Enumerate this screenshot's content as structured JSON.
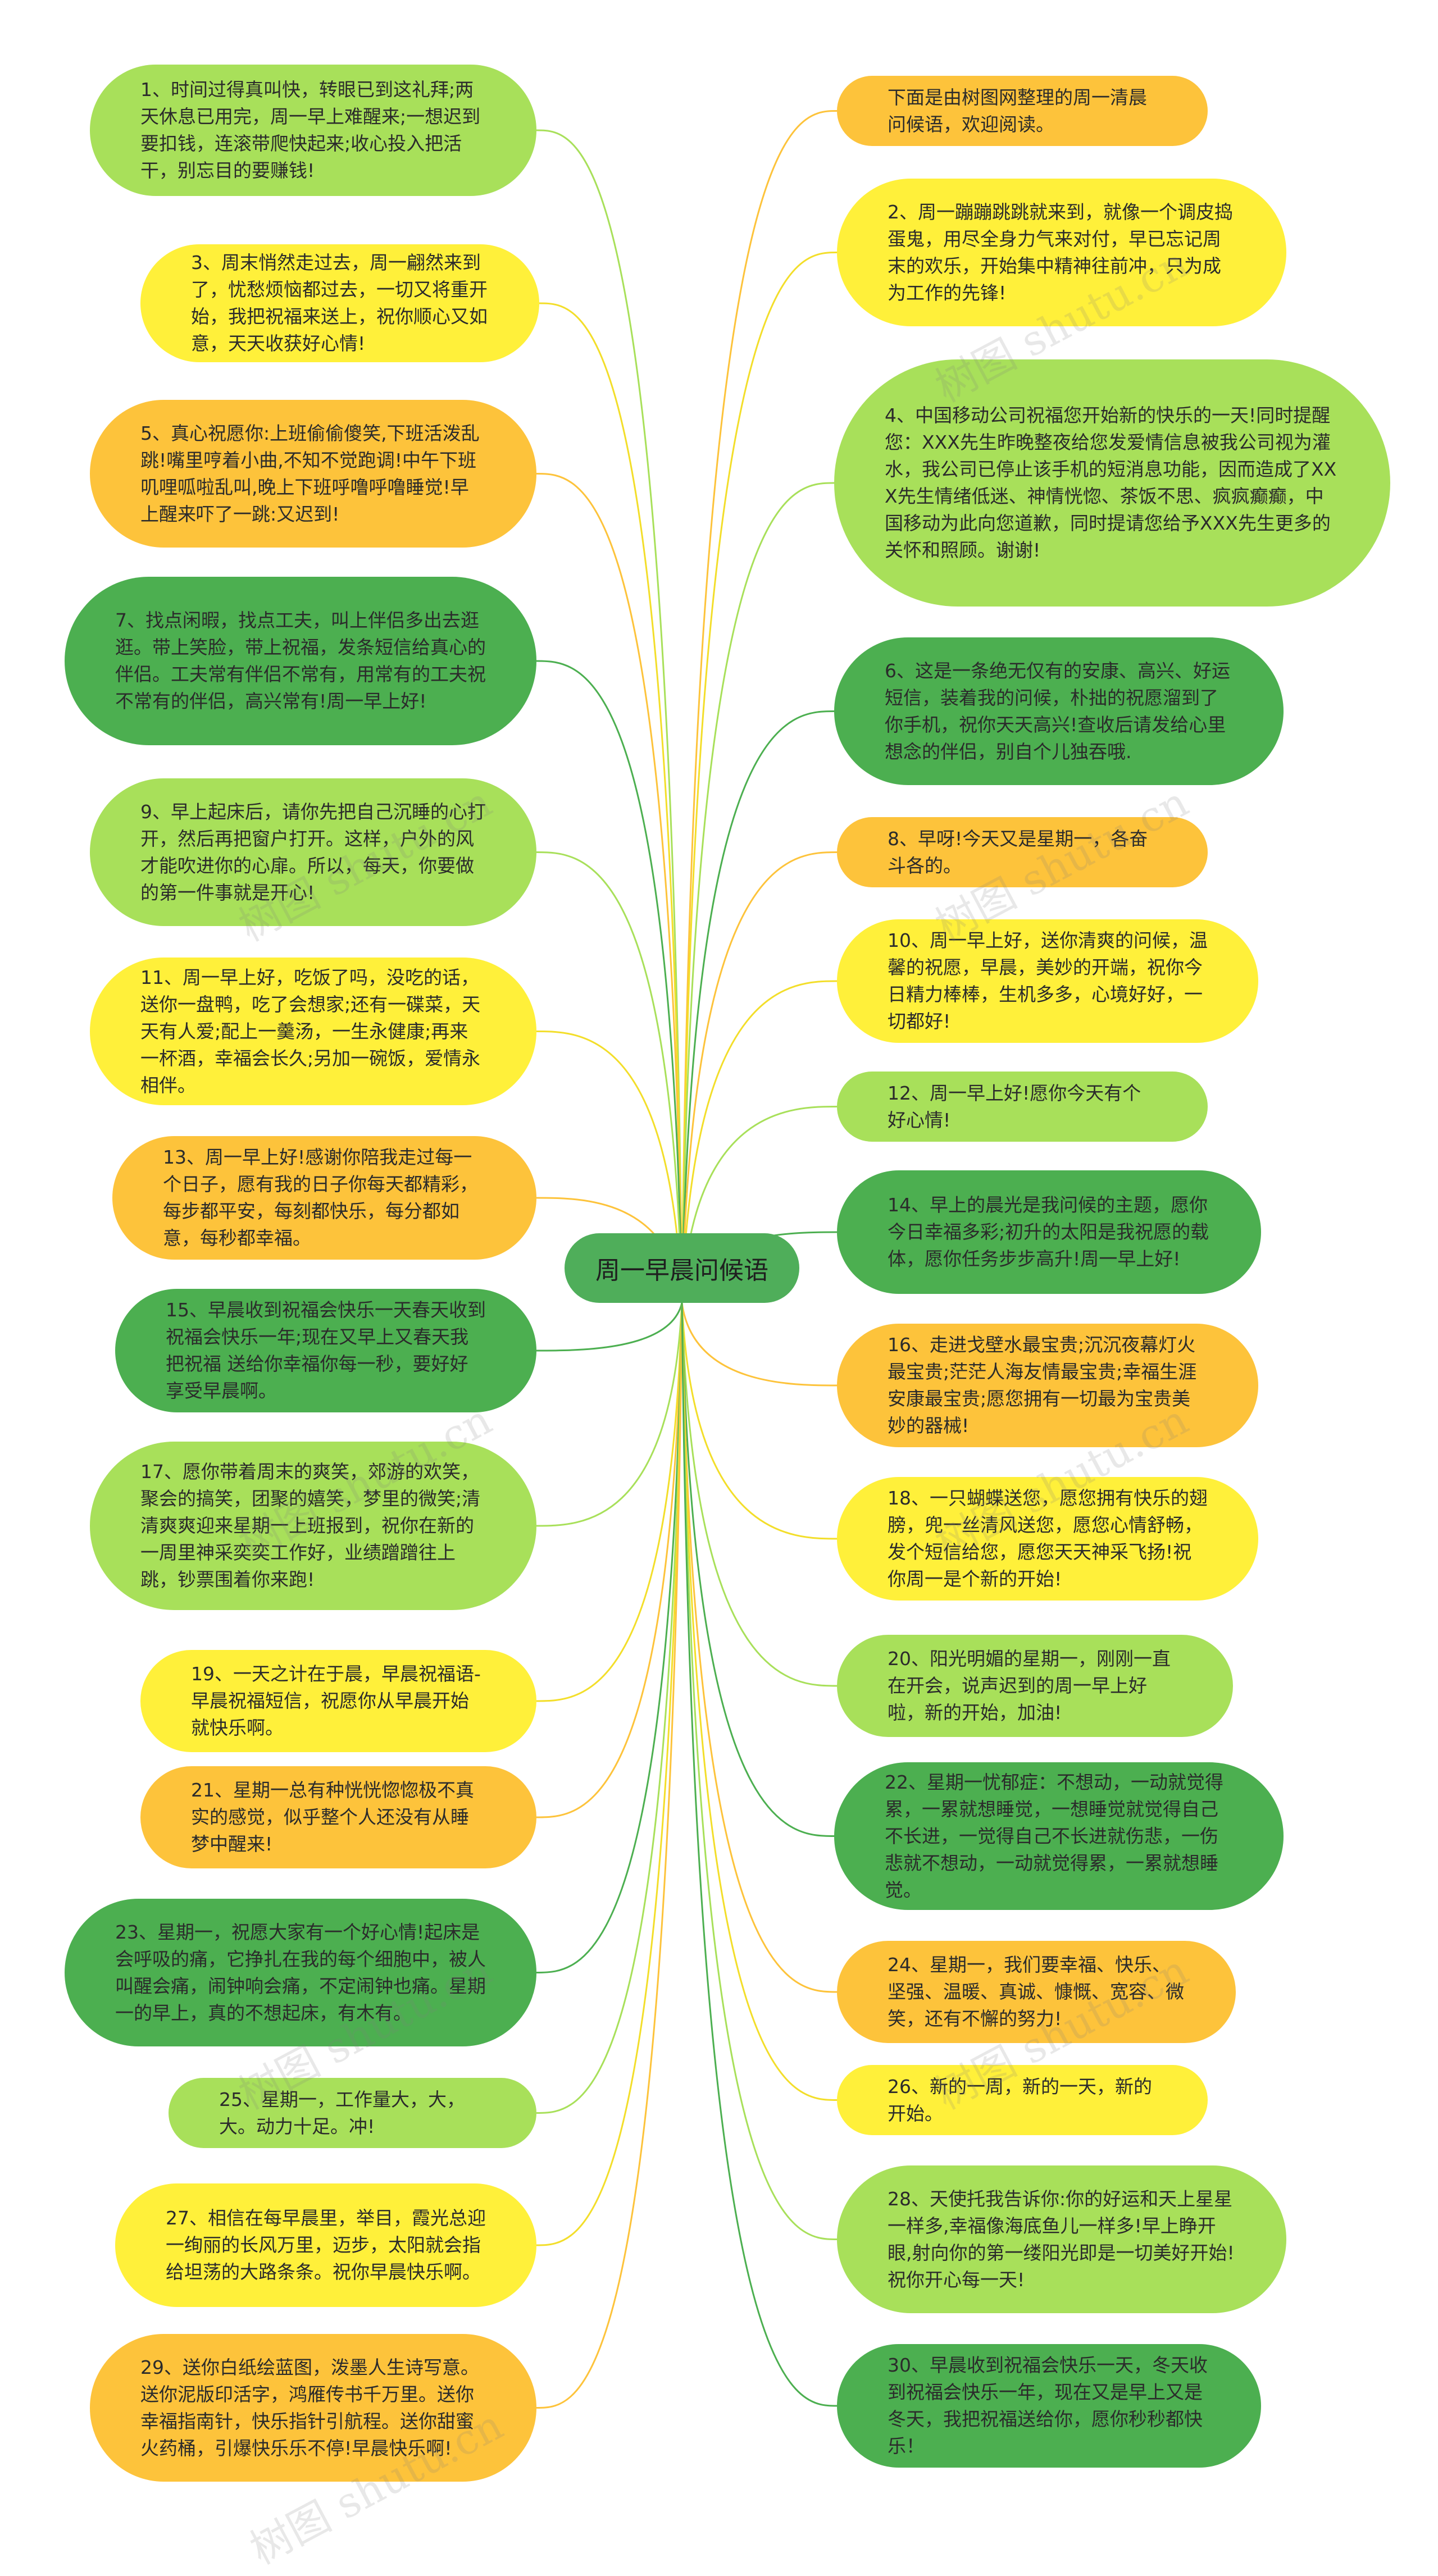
{
  "center": {
    "label": "周一早晨问候语"
  },
  "colors": {
    "light_green": "#a8e05a",
    "yellow": "#fff03a",
    "orange": "#fdc33b",
    "dark_green": "#4caf50",
    "center": "#4fae5a"
  },
  "watermark": "树图 shutu.cn",
  "left_nodes": [
    {
      "color": "light_green",
      "text": "1、时间过得真叫快，转眼已到这礼拜;两天休息已用完，周一早上难醒来;一想迟到要扣钱，连滚带爬快起来;收心投入把活干，别忘目的要赚钱!"
    },
    {
      "color": "yellow",
      "text": "3、周末悄然走过去，周一翩然来到了，忧愁烦恼都过去，一切又将重开始，我把祝福来送上，祝你顺心又如意，天天收获好心情!"
    },
    {
      "color": "orange",
      "text": "5、真心祝愿你:上班偷偷傻笑,下班活泼乱跳!嘴里哼着小曲,不知不觉跑调!中午下班叽哩呱啦乱叫,晚上下班呼噜呼噜睡觉!早上醒来吓了一跳:又迟到!"
    },
    {
      "color": "dark_green",
      "text": "7、找点闲暇，找点工夫，叫上伴侣多出去逛逛。带上笑脸，带上祝福，发条短信给真心的伴侣。工夫常有伴侣不常有，用常有的工夫祝不常有的伴侣，高兴常有!周一早上好!"
    },
    {
      "color": "light_green",
      "text": "9、早上起床后，请你先把自己沉睡的心打开，然后再把窗户打开。这样，户外的风才能吹进你的心扉。所以，每天，你要做的第一件事就是开心!"
    },
    {
      "color": "yellow",
      "text": "11、周一早上好，吃饭了吗，没吃的话，送你一盘鸭，吃了会想家;还有一碟菜，天天有人爱;配上一羹汤，一生永健康;再来一杯酒，幸福会长久;另加一碗饭，爱情永相伴。"
    },
    {
      "color": "orange",
      "text": "13、周一早上好!感谢你陪我走过每一个日子，愿有我的日子你每天都精彩，每步都平安，每刻都快乐，每分都如意，每秒都幸福。"
    },
    {
      "color": "dark_green",
      "text": "15、早晨收到祝福会快乐一天春天收到祝福会快乐一年;现在又早上又春天我把祝福 送给你幸福你每一秒，要好好享受早晨啊。"
    },
    {
      "color": "light_green",
      "text": "17、愿你带着周末的爽笑，郊游的欢笑，聚会的搞笑，团聚的嬉笑，梦里的微笑;清清爽爽迎来星期一上班报到，祝你在新的一周里神采奕奕工作好，业绩蹭蹭往上跳，钞票围着你来跑!"
    },
    {
      "color": "yellow",
      "text": "19、一天之计在于晨，早晨祝福语-早晨祝福短信，祝愿你从早晨开始就快乐啊。"
    },
    {
      "color": "orange",
      "text": "21、星期一总有种恍恍惚惚极不真实的感觉，似乎整个人还没有从睡梦中醒来!"
    },
    {
      "color": "dark_green",
      "text": "23、星期一，祝愿大家有一个好心情!起床是会呼吸的痛，它挣扎在我的每个细胞中，被人叫醒会痛，闹钟响会痛，不定闹钟也痛。星期一的早上，真的不想起床，有木有。"
    },
    {
      "color": "light_green",
      "text": "25、星期一，工作量大，大，大。动力十足。冲!"
    },
    {
      "color": "yellow",
      "text": "27、相信在每早晨里，举目，霞光总迎一绚丽的长风万里，迈步，太阳就会指给坦荡的大路条条。祝你早晨快乐啊。"
    },
    {
      "color": "orange",
      "text": "29、送你白纸绘蓝图，泼墨人生诗写意。送你泥版印活字，鸿雁传书千万里。送你幸福指南针，快乐指针引航程。送你甜蜜火药桶，引爆快乐乐不停!早晨快乐啊!"
    }
  ],
  "right_nodes": [
    {
      "color": "orange",
      "text": "下面是由树图网整理的周一清晨问候语，欢迎阅读。"
    },
    {
      "color": "yellow",
      "text": "2、周一蹦蹦跳跳就来到，就像一个调皮捣蛋鬼，用尽全身力气来对付，早已忘记周末的欢乐，开始集中精神往前冲，只为成为工作的先锋!"
    },
    {
      "color": "light_green",
      "text": "4、中国移动公司祝福您开始新的快乐的一天!同时提醒您：XXX先生昨晚整夜给您发爱情信息被我公司视为灌水，我公司已停止该手机的短消息功能，因而造成了XXX先生情绪低迷、神情恍惚、茶饭不思、疯疯癫癫，中国移动为此向您道歉，同时提请您给予XXX先生更多的关怀和照顾。谢谢!"
    },
    {
      "color": "dark_green",
      "text": "6、这是一条绝无仅有的安康、高兴、好运短信，装着我的问候，朴拙的祝愿溜到了你手机，祝你天天高兴!查收后请发给心里想念的伴侣，别自个儿独吞哦."
    },
    {
      "color": "orange",
      "text": "8、早呀!今天又是星期一，各奋斗各的。"
    },
    {
      "color": "yellow",
      "text": "10、周一早上好，送你清爽的问候，温馨的祝愿，早晨，美妙的开端，祝你今日精力棒棒，生机多多，心境好好，一切都好!"
    },
    {
      "color": "light_green",
      "text": "12、周一早上好!愿你今天有个好心情!"
    },
    {
      "color": "dark_green",
      "text": "14、早上的晨光是我问候的主题，愿你今日幸福多彩;初升的太阳是我祝愿的载体，愿你任务步步高升!周一早上好!"
    },
    {
      "color": "orange",
      "text": "16、走进戈壁水最宝贵;沉沉夜幕灯火最宝贵;茫茫人海友情最宝贵;幸福生涯安康最宝贵;愿您拥有一切最为宝贵美妙的器械!"
    },
    {
      "color": "yellow",
      "text": "18、一只蝴蝶送您，愿您拥有快乐的翅膀，兜一丝清风送您，愿您心情舒畅，发个短信给您，愿您天天神采飞扬!祝你周一是个新的开始!"
    },
    {
      "color": "light_green",
      "text": "20、阳光明媚的星期一，刚刚一直在开会，说声迟到的周一早上好啦，新的开始，加油!"
    },
    {
      "color": "dark_green",
      "text": "22、星期一忧郁症：不想动，一动就觉得累，一累就想睡觉，一想睡觉就觉得自己不长进，一觉得自己不长进就伤悲，一伤悲就不想动，一动就觉得累，一累就想睡觉。"
    },
    {
      "color": "orange",
      "text": "24、星期一，我们要幸福、快乐、坚强、温暖、真诚、慷慨、宽容、微笑，还有不懈的努力!"
    },
    {
      "color": "yellow",
      "text": "26、新的一周，新的一天，新的开始。"
    },
    {
      "color": "light_green",
      "text": "28、天使托我告诉你:你的好运和天上星星一样多,幸福像海底鱼儿一样多!早上睁开眼,射向你的第一缕阳光即是一切美好开始!祝你开心每一天!"
    },
    {
      "color": "dark_green",
      "text": "30、早晨收到祝福会快乐一天，冬天收到祝福会快乐一年，现在又是早上又是冬天，我把祝福送给你，愿你秒秒都快乐！"
    }
  ]
}
